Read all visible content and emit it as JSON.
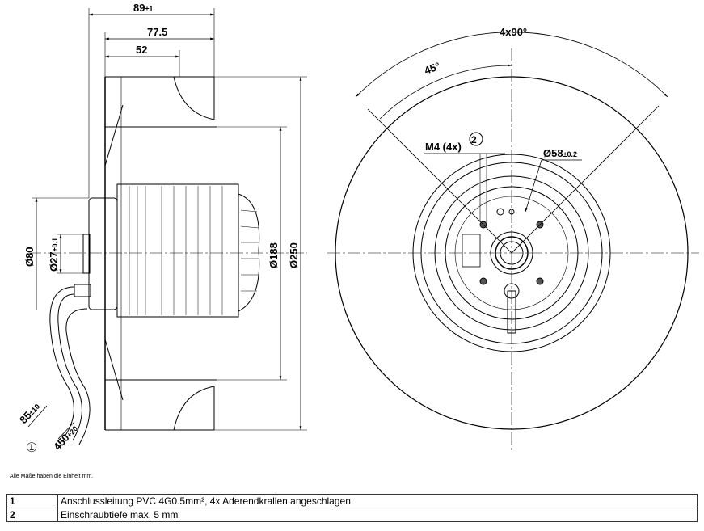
{
  "drawing": {
    "side_view": {
      "dim_total_width": "89",
      "dim_total_width_tol": "±1",
      "dim_width_77": "77.5",
      "dim_width_52": "52",
      "dim_d250": "Ø250",
      "dim_d188": "Ø188",
      "dim_d80": "Ø80",
      "dim_d27": "Ø27",
      "dim_d27_tol": "±0.1",
      "dim_cable_85": "85",
      "dim_cable_85_tol": "±10",
      "dim_cable_450": "450",
      "dim_cable_450_tol": "+20",
      "callout_1": "①"
    },
    "front_view": {
      "dim_angle_4x90": "4x90°",
      "dim_angle_45": "45°",
      "dim_m4": "M4 (4x)",
      "callout_2": "②",
      "dim_d58": "Ø58",
      "dim_d58_tol": "±0.2"
    }
  },
  "note": "Alle Maße haben die Einheit mm.",
  "legend": [
    {
      "num": "1",
      "text": "Anschlussleitung PVC 4G0.5mm², 4x Aderendkrallen angeschlagen"
    },
    {
      "num": "2",
      "text": "Einschraubtiefe max. 5 mm"
    }
  ]
}
